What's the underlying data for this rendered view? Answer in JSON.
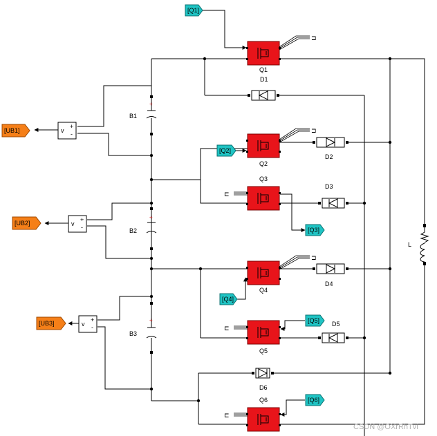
{
  "goto_tags": {
    "q1": "[Q1]",
    "q2": "[Q2]",
    "q3": "[Q3]",
    "q4": "[Q4]",
    "q5": "[Q5]",
    "q6": "[Q6]"
  },
  "from_tags": {
    "ub1": "[UB1]",
    "ub2": "[UB2]",
    "ub3": "[UB3]"
  },
  "switches": {
    "q1": "Q1",
    "q2": "Q2",
    "q3": "Q3",
    "q4": "Q4",
    "q5": "Q5",
    "q6": "Q6"
  },
  "diodes": {
    "d1": "D1",
    "d2": "D2",
    "d3": "D3",
    "d4": "D4",
    "d5": "D5",
    "d6": "D6"
  },
  "batteries": {
    "b1": "B1",
    "b2": "B2",
    "b3": "B3"
  },
  "inductor": "L",
  "voltmeter": {
    "label": "v",
    "plus": "+",
    "minus": "-"
  },
  "watermark": "CSDN @OXrRhTvi",
  "colors": {
    "switch_fill": "#e8141a",
    "goto_tag": "#1fc4c4",
    "from_tag": "#f57f18",
    "wire": "#000000",
    "plus_marker": "#e03030"
  }
}
